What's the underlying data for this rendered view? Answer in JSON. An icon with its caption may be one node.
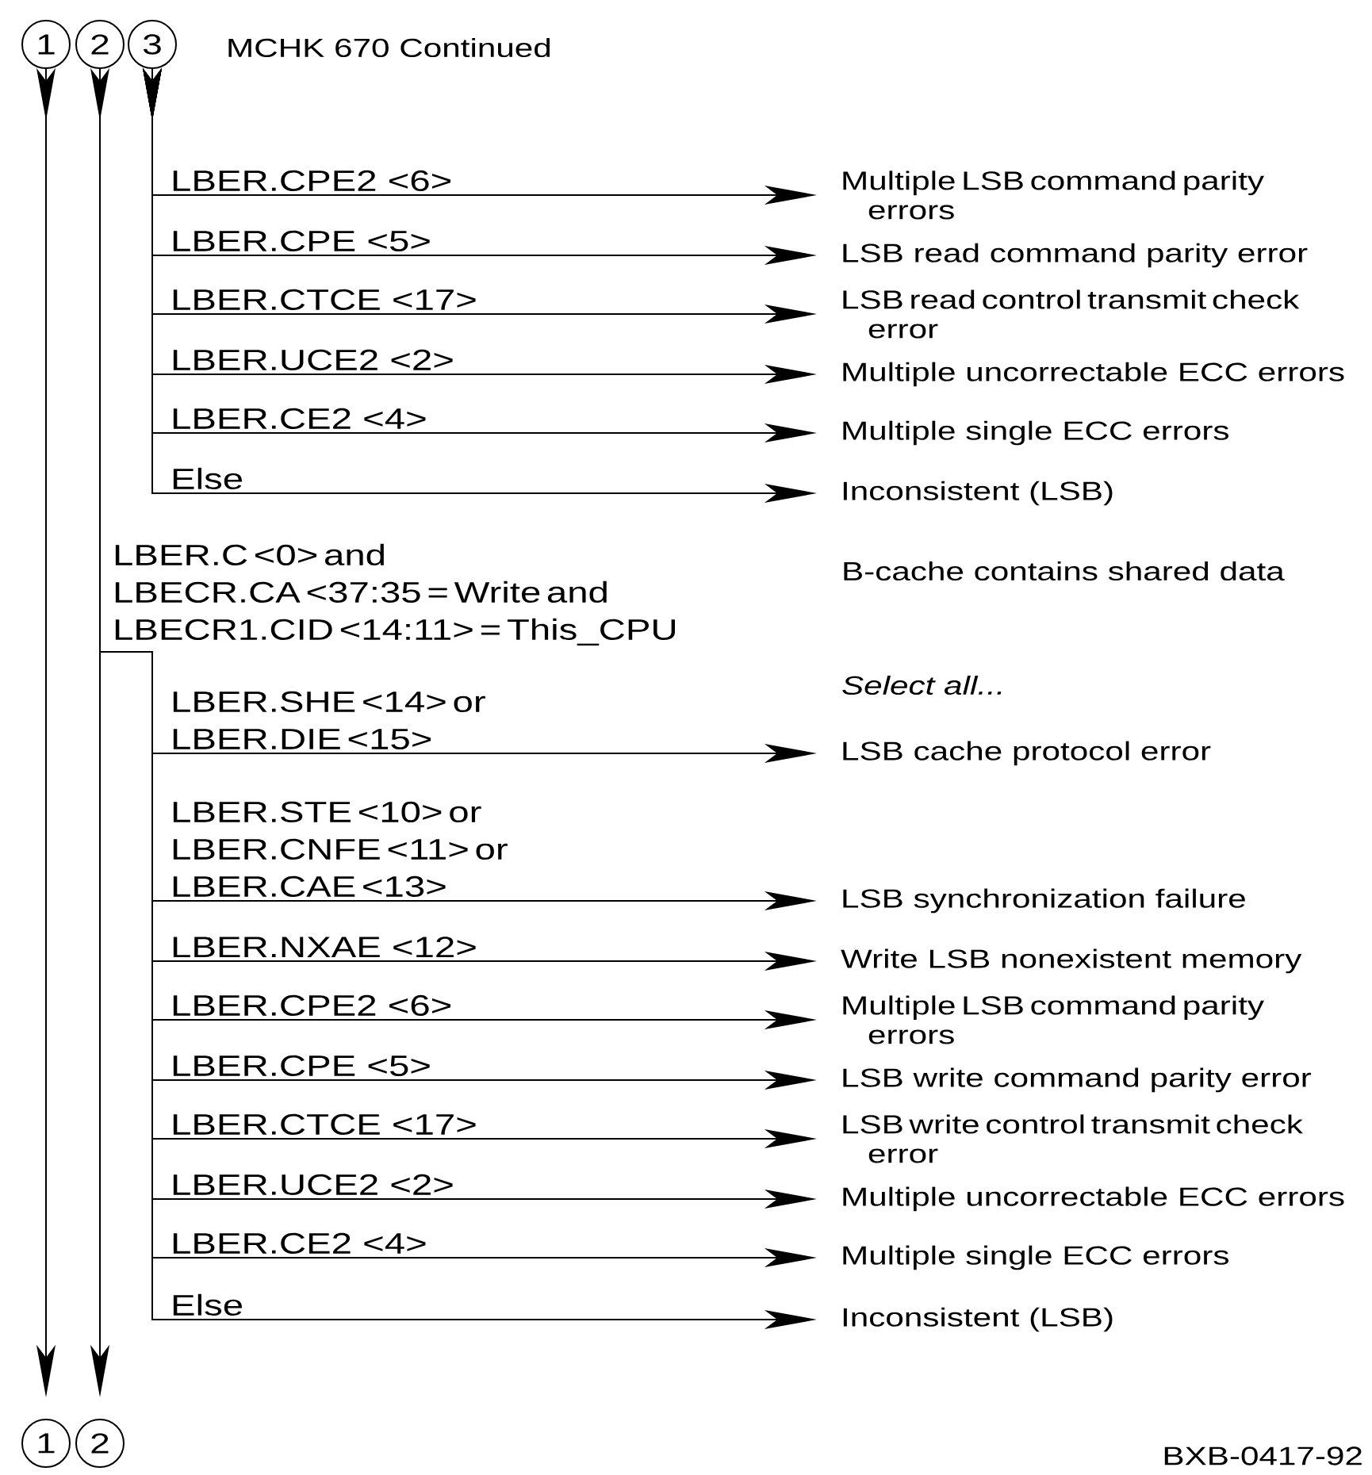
{
  "diagram": {
    "title": "MCHK 670 Continued",
    "nodes": [
      {
        "text": [
          "1"
        ]
      },
      {
        "text": [
          "2"
        ]
      },
      {
        "text": [
          "3"
        ]
      },
      {
        "text": [
          "Multiple LSB command parity errors"
        ]
      },
      {
        "text": [
          "LSB read command parity error"
        ]
      },
      {
        "text": [
          "LSB read control transmit check error"
        ]
      },
      {
        "text": [
          "Multiple uncorrectable ECC errors"
        ]
      },
      {
        "text": [
          "Multiple single ECC errors"
        ]
      },
      {
        "text": [
          "Inconsistent (LSB)"
        ]
      },
      {
        "text": [
          "LBER.C <0> and LBECR.CA <37:35 = Write and LBECR1.CID <14:11> = This_CPU"
        ]
      },
      {
        "text": [
          "LSB cache protocol error"
        ]
      },
      {
        "text": [
          "LSB synchronization failure"
        ]
      },
      {
        "text": [
          "Write LSB nonexistent memory"
        ]
      },
      {
        "text": [
          "Multiple LSB command parity errors"
        ]
      },
      {
        "text": [
          "LSB write command parity error"
        ]
      },
      {
        "text": [
          "LSB write control transmit check error"
        ]
      },
      {
        "text": [
          "Multiple uncorrectable ECC errors"
        ]
      },
      {
        "text": [
          "Multiple single ECC errors"
        ]
      },
      {
        "text": [
          "Inconsistent (LSB)"
        ]
      },
      {
        "text": [
          "1"
        ]
      },
      {
        "text": [
          "2"
        ]
      }
    ],
    "edges": [
      {
        "from": 0,
        "to": 19,
        "arrow": "to"
      },
      {
        "from": 1,
        "to": 20,
        "arrow": "to"
      },
      {
        "from": 2,
        "to": 3,
        "arrow": "to",
        "label": "LBER.CPE2 <6>"
      },
      {
        "from": 2,
        "to": 4,
        "arrow": "to",
        "label": "LBER.CPE <5>"
      },
      {
        "from": 2,
        "to": 5,
        "arrow": "to",
        "label": "LBER.CTCE <17>"
      },
      {
        "from": 2,
        "to": 6,
        "arrow": "to",
        "label": "LBER.UCE2 <2>"
      },
      {
        "from": 2,
        "to": 7,
        "arrow": "to",
        "label": "LBER.CE2 <4>"
      },
      {
        "from": 2,
        "to": 8,
        "arrow": "to",
        "label": "Else"
      },
      {
        "from": 9,
        "to": 10,
        "arrow": "to",
        "label": "LBER.SHE <14> or LBER.DIE <15>"
      },
      {
        "from": 9,
        "to": 11,
        "arrow": "to",
        "label": "LBER.STE <10> or LBER.CNFE <11> or LBER.CAE <13>"
      },
      {
        "from": 9,
        "to": 12,
        "arrow": "to",
        "label": "LBER.NXAE <12>"
      },
      {
        "from": 9,
        "to": 13,
        "arrow": "to",
        "label": "LBER.CPE2 <6>"
      },
      {
        "from": 9,
        "to": 14,
        "arrow": "to",
        "label": "LBER.CPE <5>"
      },
      {
        "from": 9,
        "to": 15,
        "arrow": "to",
        "label": "LBER.CTCE <17>"
      },
      {
        "from": 9,
        "to": 16,
        "arrow": "to",
        "label": "LBER.UCE2 <2>"
      },
      {
        "from": 9,
        "to": 17,
        "arrow": "to",
        "label": "LBER.CE2 <4>"
      },
      {
        "from": 9,
        "to": 18,
        "arrow": "to",
        "label": "Else"
      }
    ],
    "labels": [
      "B-cache contains shared data",
      "Select all...",
      "BXB-0417-92"
    ]
  }
}
